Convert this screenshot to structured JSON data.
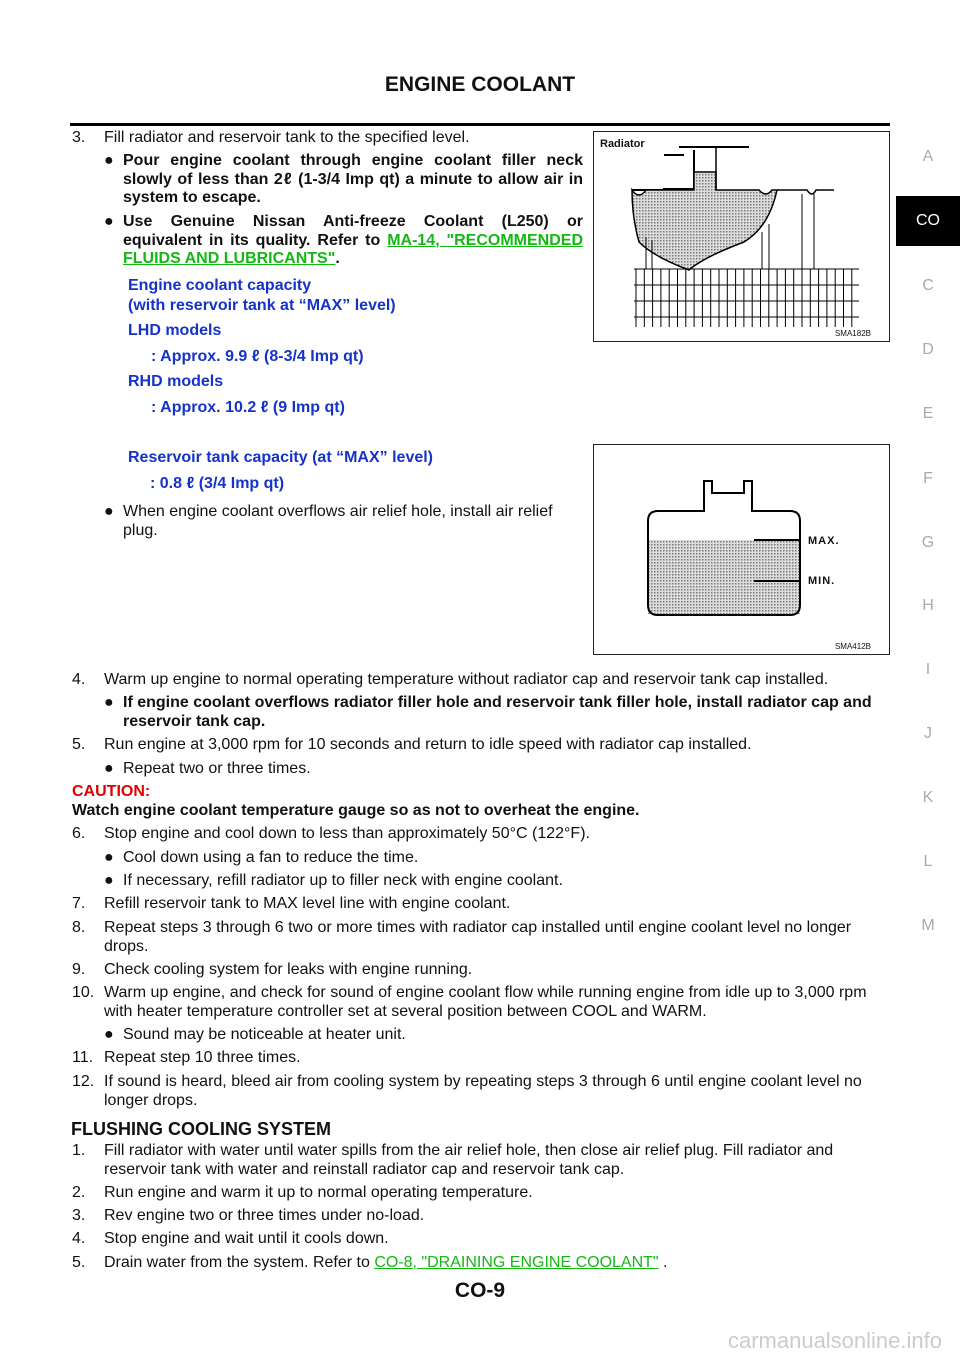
{
  "header": {
    "title": "ENGINE COOLANT"
  },
  "side_tabs": [
    "A",
    "CO",
    "C",
    "D",
    "E",
    "F",
    "G",
    "H",
    "I",
    "J",
    "K",
    "L",
    "M"
  ],
  "active_tab": "CO",
  "step3": {
    "num": "3.",
    "text": "Fill radiator and reservoir tank to the specified level.",
    "bullet1": "Pour engine coolant through engine coolant filler neck slowly of less than 2ℓ (1-3/4 Imp qt) a minute to allow air in system to escape.",
    "bullet2_pre": "Use Genuine Nissan Anti-freeze Coolant (L250) or equivalent in its quality. Refer to ",
    "bullet2_link": "MA-14, \"RECOMMENDED FLUIDS AND LUBRICANTS\"",
    "bullet2_post": ".",
    "capacity_title1": "Engine coolant capacity",
    "capacity_title2": "(with reservoir tank at “MAX” level)",
    "lhd": "LHD models",
    "lhd_val": ": Approx. 9.9 ℓ (8-3/4 Imp qt)",
    "rhd": "RHD models",
    "rhd_val": ": Approx. 10.2 ℓ (9 Imp qt)",
    "res_title": "Reservoir tank capacity (at “MAX” level)",
    "res_val": ": 0.8 ℓ (3/4 Imp qt)",
    "bullet3": "When engine coolant overflows air relief hole, install air relief plug."
  },
  "figures": {
    "fig1_label": "Radiator",
    "fig1_id": "SMA182B",
    "fig2_max": "MAX.",
    "fig2_min": "MIN.",
    "fig2_id": "SMA412B"
  },
  "steps": [
    {
      "num": "4.",
      "text": "Warm up engine to normal operating temperature without radiator cap and reservoir tank cap installed."
    },
    {
      "bullet": "If engine coolant overflows radiator filler hole and reservoir tank filler hole, install radiator cap and reservoir tank cap."
    },
    {
      "num": "5.",
      "text": "Run engine at 3,000 rpm for 10 seconds and return to idle speed with radiator cap installed."
    },
    {
      "bullet": "Repeat two or three times."
    },
    {
      "caution": "CAUTION:",
      "caution_text": "Watch engine coolant temperature gauge so as not to overheat the engine."
    },
    {
      "num": "6.",
      "text": "Stop engine and cool down to less than approximately 50°C (122°F)."
    },
    {
      "bullet": "Cool down using a fan to reduce the time."
    },
    {
      "bullet": "If necessary, refill radiator up to filler neck with engine coolant."
    },
    {
      "num": "7.",
      "text": "Refill reservoir tank to MAX level line with engine coolant."
    },
    {
      "num": "8.",
      "text": "Repeat steps 3 through 6 two or more times with radiator cap installed until engine coolant level no longer drops."
    },
    {
      "num": "9.",
      "text": "Check cooling system for leaks with engine running."
    },
    {
      "num": "10.",
      "text": "Warm up engine, and check for sound of engine coolant flow while running engine from idle up to 3,000 rpm with heater temperature controller set at several position between COOL and WARM."
    },
    {
      "bullet": "Sound may be noticeable at heater unit."
    },
    {
      "num": "11.",
      "text": "Repeat step 10 three times."
    },
    {
      "num": "12.",
      "text": "If sound is heard, bleed air from cooling system by repeating steps 3 through 6 until engine coolant level no longer drops."
    }
  ],
  "flushing": {
    "title": "FLUSHING COOLING SYSTEM",
    "steps": [
      {
        "num": "1.",
        "text": "Fill radiator with water until water spills from the air relief hole, then close air relief plug. Fill radiator and reservoir tank with water and reinstall radiator cap and reservoir tank cap."
      },
      {
        "num": "2.",
        "text": "Run engine and warm it up to normal operating temperature."
      },
      {
        "num": "3.",
        "text": "Rev engine two or three times under no-load."
      },
      {
        "num": "4.",
        "text": "Stop engine and wait until it cools down."
      },
      {
        "num": "5.",
        "text": "Drain water from the system. Refer to ",
        "link": "CO-8, \"DRAINING ENGINE COOLANT\"",
        "post": " ."
      }
    ]
  },
  "footer": {
    "page": "CO-9"
  },
  "watermark": "carmanualsonline.info"
}
